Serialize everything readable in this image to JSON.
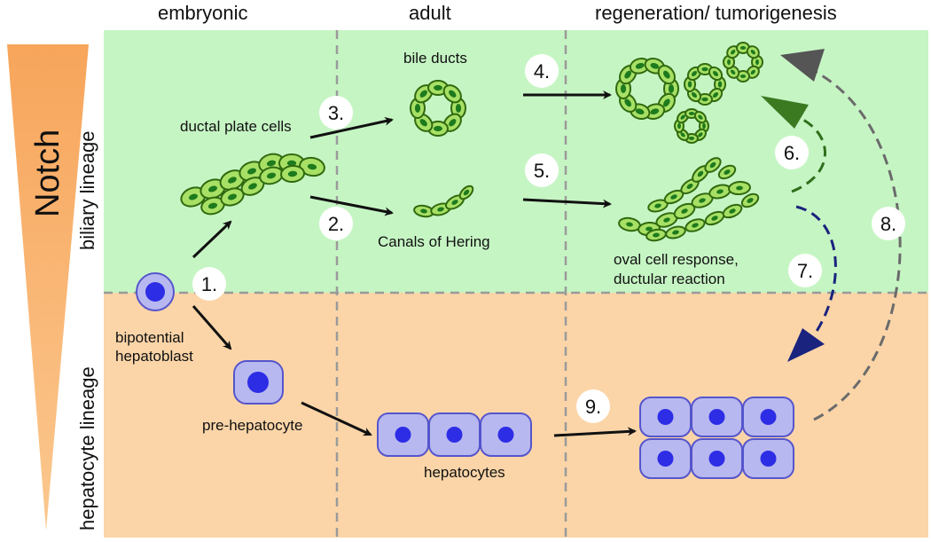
{
  "headers": {
    "embryonic": "embryonic",
    "adult": "adult",
    "regeneration": "regeneration/ tumorigenesis"
  },
  "side": {
    "notch": "Notch",
    "biliary": "biliary lineage",
    "hepatocyte": "hepatocyte lineage"
  },
  "labels": {
    "bile_ducts": "bile ducts",
    "ductal_plate": "ductal plate cells",
    "canals": "Canals of Hering",
    "oval_line1": "oval cell response,",
    "oval_line2": "ductular reaction",
    "bipotential_line1": "bipotential",
    "bipotential_line2": "hepatoblast",
    "prehep": "pre-hepatocyte",
    "hepatocytes": "hepatocytes"
  },
  "steps": {
    "s1": "1.",
    "s2": "2.",
    "s3": "3.",
    "s4": "4.",
    "s5": "5.",
    "s6": "6.",
    "s7": "7.",
    "s8": "8.",
    "s9": "9."
  },
  "colors": {
    "biliary_bg": "#c6f5c4",
    "hepatocyte_bg": "#fbd5a8",
    "notch_gradient": "#f7a55b",
    "biliary_cell": "#a8e065",
    "biliary_nucleus": "#1d7a1d",
    "hepatocyte_cell": "#b8b8f0",
    "hepatocyte_nucleus": "#2d2de6",
    "arrow_6": "#2f6f1a",
    "arrow_7": "#1a237e",
    "arrow_8": "#6b6b6b"
  }
}
